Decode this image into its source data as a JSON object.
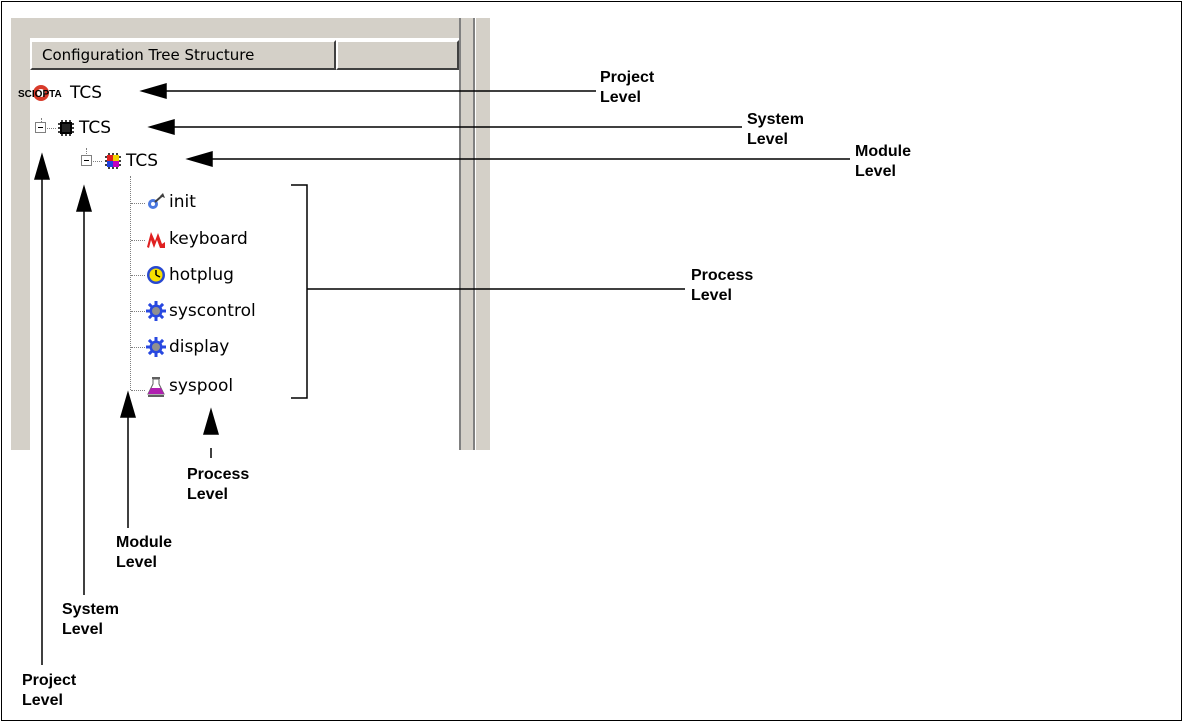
{
  "panel": {
    "header": "Configuration Tree Structure"
  },
  "tree": {
    "project": {
      "logo_text": "SCIOPTA",
      "label": "TCS"
    },
    "system": {
      "label": "TCS"
    },
    "module": {
      "label": "TCS"
    },
    "processes": [
      {
        "label": "init",
        "icon": "init-process-icon"
      },
      {
        "label": "keyboard",
        "icon": "interrupt-process-icon"
      },
      {
        "label": "hotplug",
        "icon": "timer-process-icon"
      },
      {
        "label": "syscontrol",
        "icon": "gear-process-icon"
      },
      {
        "label": "display",
        "icon": "gear-process-icon"
      },
      {
        "label": "syspool",
        "icon": "pool-flask-icon"
      }
    ]
  },
  "annotations": {
    "right": [
      {
        "line1": "Project",
        "line2": "Level"
      },
      {
        "line1": "System",
        "line2": "Level"
      },
      {
        "line1": "Module",
        "line2": "Level"
      },
      {
        "line1": "Process",
        "line2": "Level"
      }
    ],
    "bottom": [
      {
        "line1": "Process",
        "line2": "Level"
      },
      {
        "line1": "Module",
        "line2": "Level"
      },
      {
        "line1": "System",
        "line2": "Level"
      },
      {
        "line1": "Project",
        "line2": "Level"
      }
    ]
  }
}
